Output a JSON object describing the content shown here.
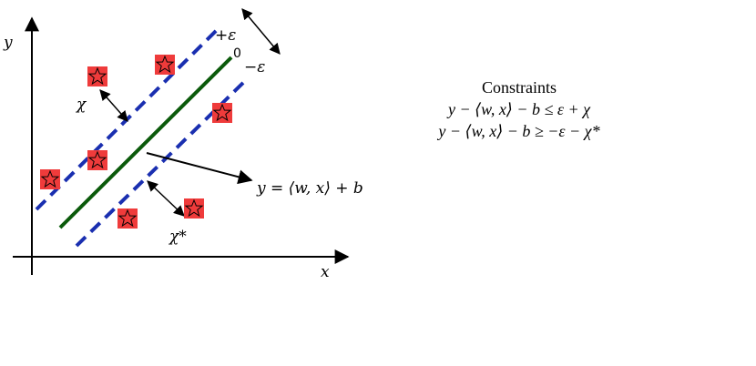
{
  "diagram": {
    "axis_x_label": "x",
    "axis_y_label": "y",
    "upper_margin_label": "+ε",
    "center_line_label": "0",
    "lower_margin_label": "−ε",
    "slack_upper_label": "χ",
    "slack_lower_label": "χ*",
    "regression_label": "y = ⟨w, x⟩ + b",
    "colors": {
      "margin_lines": "#1a2fb0",
      "regression_line": "#0b5a0b",
      "star_fill": "#ef3b3b",
      "axes": "#000000"
    },
    "icons": [
      "star-icon"
    ]
  },
  "constraints": {
    "title": "Constraints",
    "eq1": "y − ⟨w, x⟩ − b ≤ ε + χ",
    "eq2": "y − ⟨w, x⟩ − b ≥ −ε − χ*"
  }
}
